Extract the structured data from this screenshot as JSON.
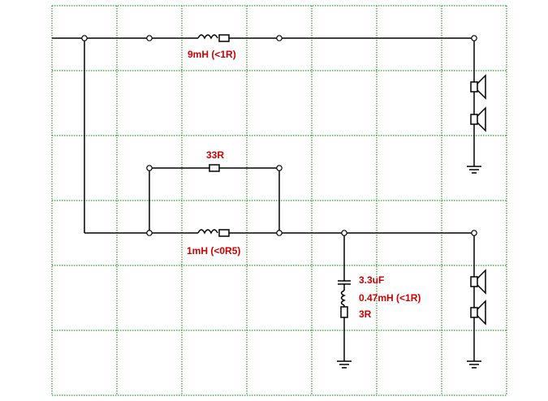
{
  "colors": {
    "background": "#ffffff",
    "grid": "#008000",
    "wire": "#000000",
    "label": "#cc0000"
  },
  "labels": {
    "l1": "9mH (<1R)",
    "r1": "33R",
    "l2": "1mH (<0R5)",
    "c3": "3.3uF",
    "l3": "0.47mH (<1R)",
    "r3": "3R"
  }
}
